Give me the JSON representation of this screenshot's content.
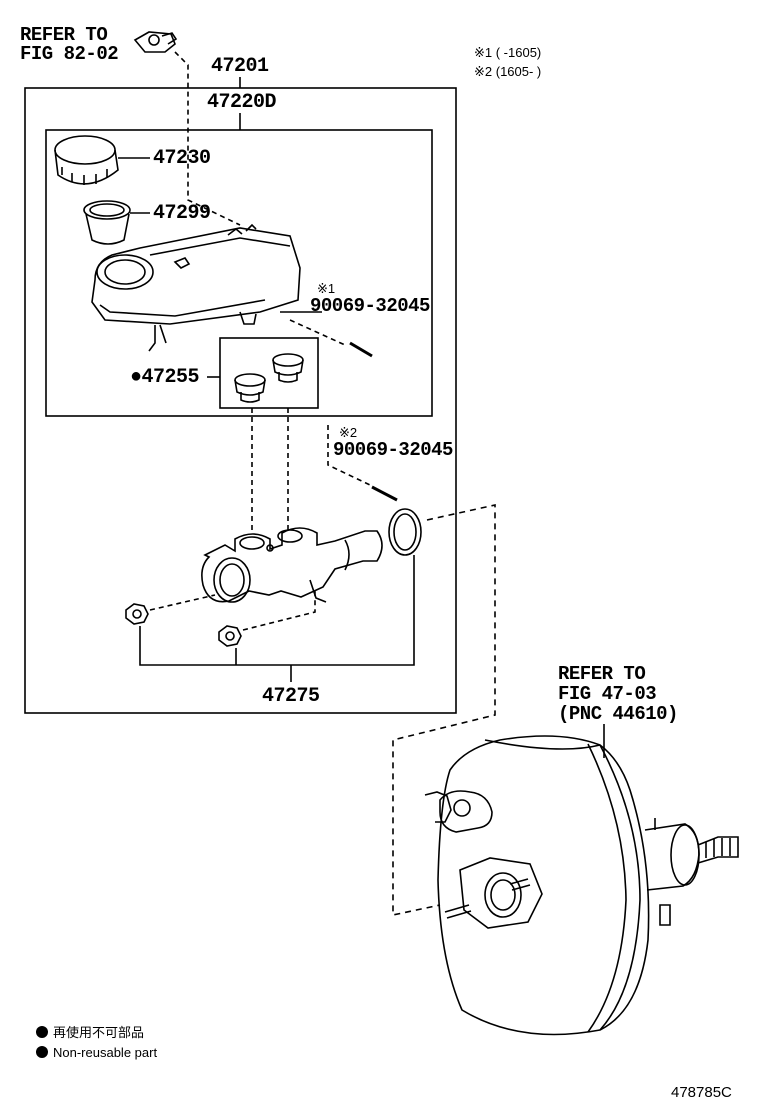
{
  "refs": {
    "fig82_line1": "REFER TO",
    "fig82_line2": "FIG 82-02",
    "fig47_line1": "REFER TO",
    "fig47_line2": "FIG 47-03",
    "fig47_line3": "(PNC 44610)"
  },
  "notes": {
    "note1": "※1 (       -1605)",
    "note2": "※2 (1605-       )"
  },
  "parts": {
    "p47201": "47201",
    "p47220D": "47220D",
    "p47230": "47230",
    "p47299": "47299",
    "p90069_a_mark": "※1",
    "p90069_a": "90069-32045",
    "p47255": "●47255",
    "p90069_b_mark": "※2",
    "p90069_b": "90069-32045",
    "p47275": "47275"
  },
  "legend": {
    "jp": "再使用不可部品",
    "en": "Non-reusable part"
  },
  "figure_id": "478785C"
}
